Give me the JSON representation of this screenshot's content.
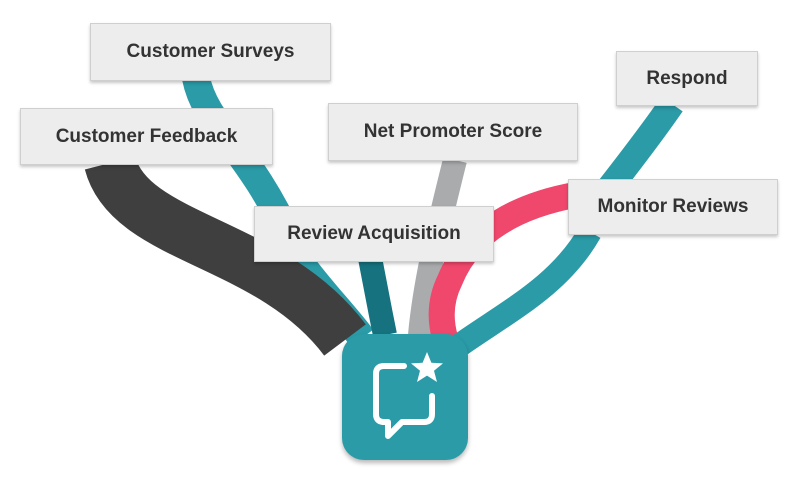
{
  "labels": {
    "customer_surveys": "Customer Surveys",
    "customer_feedback": "Customer Feedback",
    "net_promoter_score": "Net Promoter Score",
    "respond": "Respond",
    "review_acquisition": "Review Acquisition",
    "monitor_reviews": "Monitor Reviews"
  },
  "colors": {
    "teal": "#2a9ba7",
    "dark_teal": "#15727e",
    "charcoal": "#3f3f3f",
    "gray": "#a9abad",
    "pink": "#f0476c",
    "icon_bg": "#2a9ba7",
    "icon_glyph": "#ffffff"
  },
  "icons": {
    "center_icon": "chat-bubble-star-icon"
  }
}
